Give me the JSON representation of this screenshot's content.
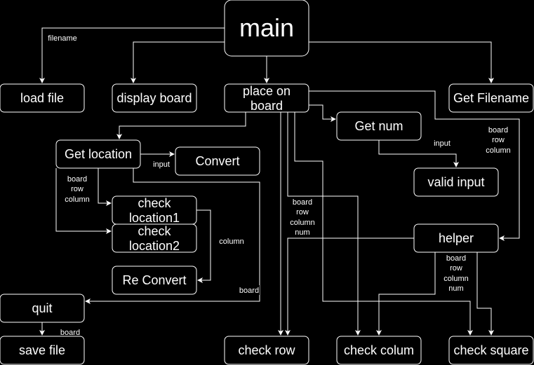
{
  "nodes": {
    "main": "main",
    "load_file": "load file",
    "display_board": "display board",
    "place_on_board": [
      "place on",
      "board"
    ],
    "get_filename": "Get Filename",
    "get_num": "Get num",
    "get_location": "Get location",
    "convert": "Convert",
    "valid_input": "valid input",
    "check_location1": [
      "check",
      "location1"
    ],
    "check_location2": [
      "check",
      "location2"
    ],
    "re_convert": "Re Convert",
    "helper": "helper",
    "quit": "quit",
    "save_file": "save file",
    "check_row": "check row",
    "check_colum": "check colum",
    "check_square": "check square"
  },
  "edge_labels": {
    "filename": "filename",
    "input_get_num": "input",
    "input_convert": "input",
    "board_row_column_helper": [
      "board",
      "row",
      "column"
    ],
    "board_row_column_location": [
      "board",
      "row",
      "column"
    ],
    "board_row_column_num": [
      "board",
      "row",
      "column",
      "num"
    ],
    "column": "column",
    "board_quit": "board",
    "board_save": "board",
    "helper_out": [
      "board",
      "row",
      "column",
      "num"
    ]
  }
}
